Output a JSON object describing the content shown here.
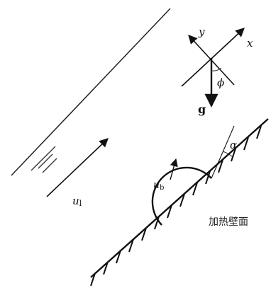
{
  "labels": {
    "x_axis": "x",
    "y_axis": "y",
    "gravity": "g",
    "phi": "ϕ",
    "alpha": "α",
    "u_l": "u",
    "u_l_sub": "l",
    "u_b": "u",
    "u_b_sub": "b",
    "wall": "加热壁面"
  }
}
